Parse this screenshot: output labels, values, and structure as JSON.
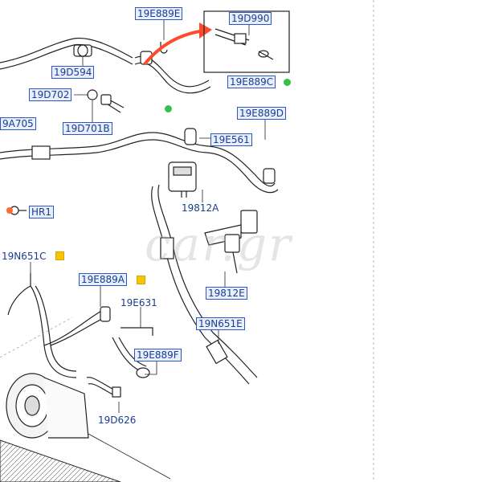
{
  "labels": {
    "l1": "19E889E",
    "l2": "19D990",
    "l3": "19D594",
    "l4": "19E889C",
    "l5": "19D702",
    "l6": "19D701B",
    "l7": "19E889D",
    "l8": "9A705",
    "l9": "19E561",
    "l10": "HR1",
    "l11": "19812A",
    "l12": "19N651C",
    "l13": "19E889A",
    "l14": "19E631",
    "l15": "19812E",
    "l16": "19N651E",
    "l17": "19E889F",
    "l18": "19D626"
  },
  "watermark": "car.gr",
  "colors": {
    "label_text": "#1b3d8f",
    "label_border": "#2f56c8",
    "label_bg": "#e7eefc",
    "arrow": "#ff4b2b",
    "green_marker": "#36c04e",
    "yellow_marker": "#f6c400",
    "line": "#222222"
  }
}
